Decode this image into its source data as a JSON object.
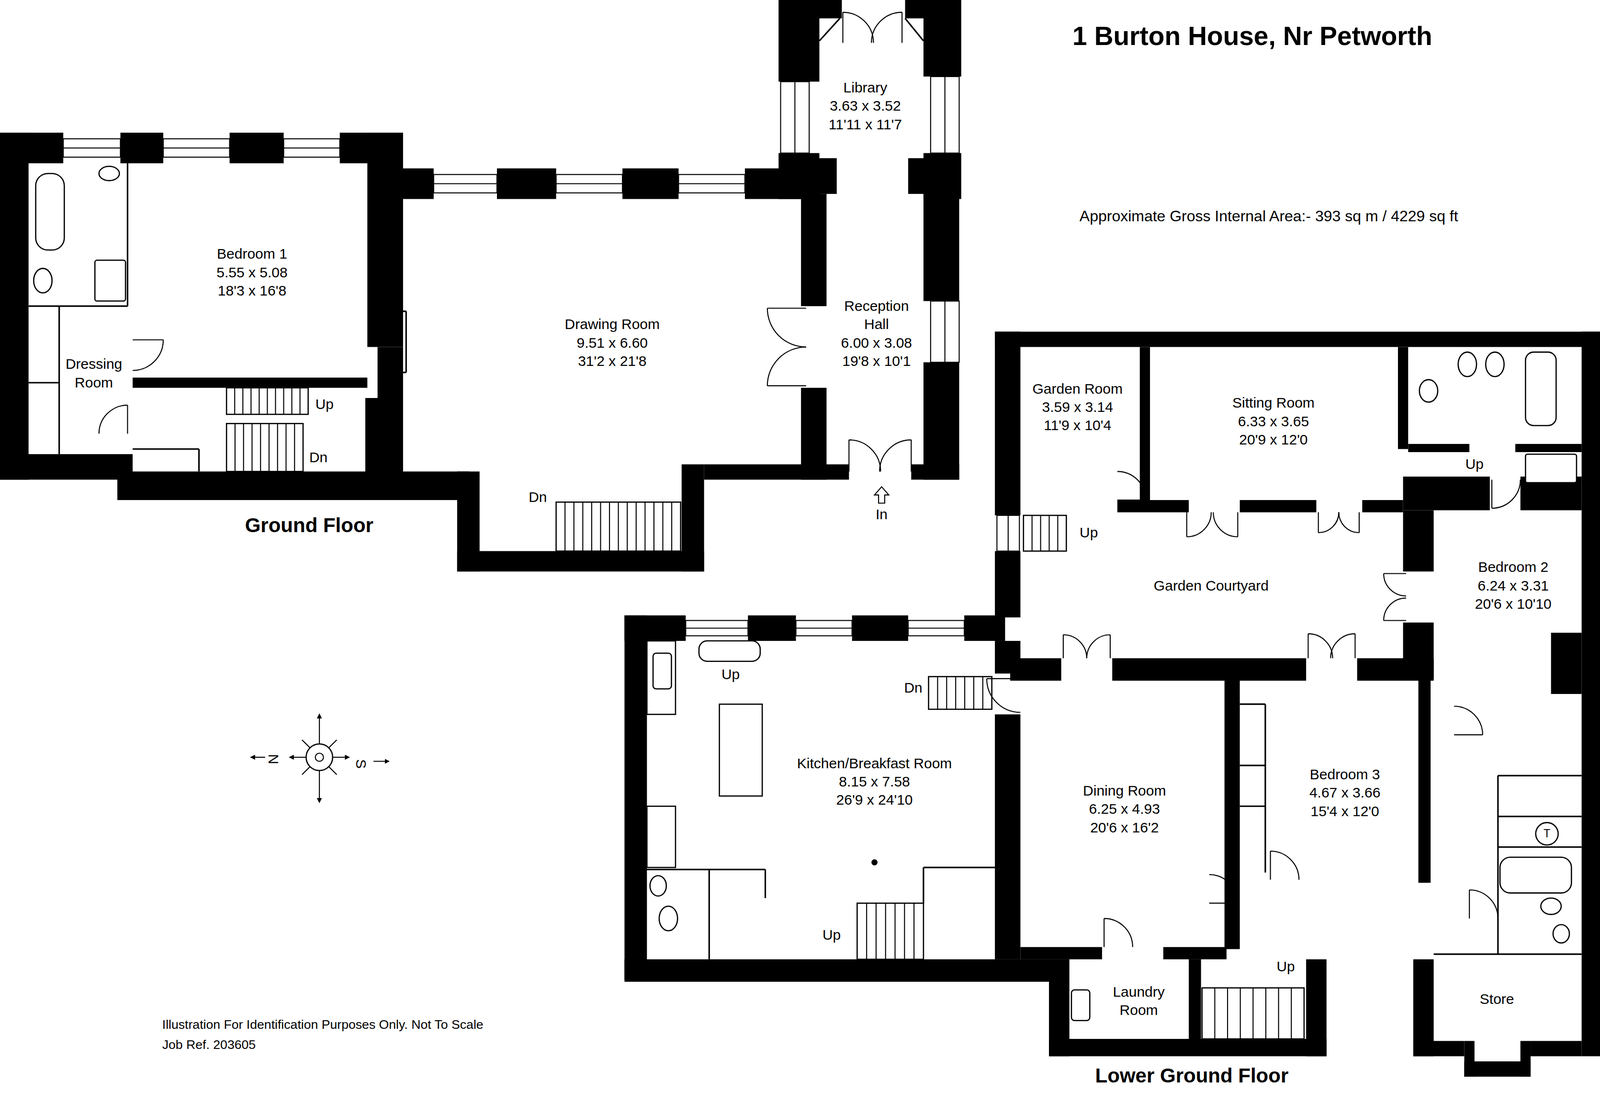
{
  "diagram": {
    "title": "1 Burton House, Nr Petworth",
    "nodes": [
      {
        "text": [
          "Ground Floor"
        ]
      },
      {
        "text": [
          "Bedroom 1",
          "5.55 x 5.08",
          "18'3 x 16'8"
        ],
        "in": 0
      },
      {
        "text": [
          "Dressing Room"
        ],
        "in": 0
      },
      {
        "text": [
          "Drawing Room",
          "9.51 x 6.60",
          "31'2 x 21'8"
        ],
        "in": 0
      },
      {
        "text": [
          "Library",
          "3.63 x 3.52",
          "11'11 x 11'7"
        ],
        "in": 0
      },
      {
        "text": [
          "Reception Hall",
          "6.00 x 3.08",
          "19'8 x 10'1"
        ],
        "in": 0
      },
      {
        "text": [
          "Lower Ground Floor"
        ]
      },
      {
        "text": [
          "Garden Room",
          "3.59 x 3.14",
          "11'9 x 10'4"
        ],
        "in": 6
      },
      {
        "text": [
          "Sitting Room",
          "6.33 x 3.65",
          "20'9 x 12'0"
        ],
        "in": 6
      },
      {
        "text": [
          "Garden Courtyard"
        ],
        "in": 6
      },
      {
        "text": [
          "Bedroom 2",
          "6.24 x 3.31",
          "20'6 x 10'10"
        ],
        "in": 6
      },
      {
        "text": [
          "Kitchen/Breakfast Room",
          "8.15 x 7.58",
          "26'9 x 24'10"
        ],
        "in": 6
      },
      {
        "text": [
          "Dining Room",
          "6.25 x 4.93",
          "20'6 x 16'2"
        ],
        "in": 6
      },
      {
        "text": [
          "Bedroom 3",
          "4.67 x 3.66",
          "15'4 x 12'0"
        ],
        "in": 6
      },
      {
        "text": [
          "Laundry Room"
        ],
        "in": 6
      },
      {
        "text": [
          "Store"
        ],
        "in": 6
      }
    ],
    "labels": [
      "Approximate Gross Internal Area:- 393 sq m / 4229 sq ft",
      "Illustration For Identification Purposes Only. Not To Scale",
      "Job Ref. 203605",
      "Up",
      "Dn",
      "Dn",
      "In",
      "N",
      "S",
      "Up",
      "Up",
      "Up",
      "Dn",
      "Up",
      "Up",
      "T"
    ]
  }
}
